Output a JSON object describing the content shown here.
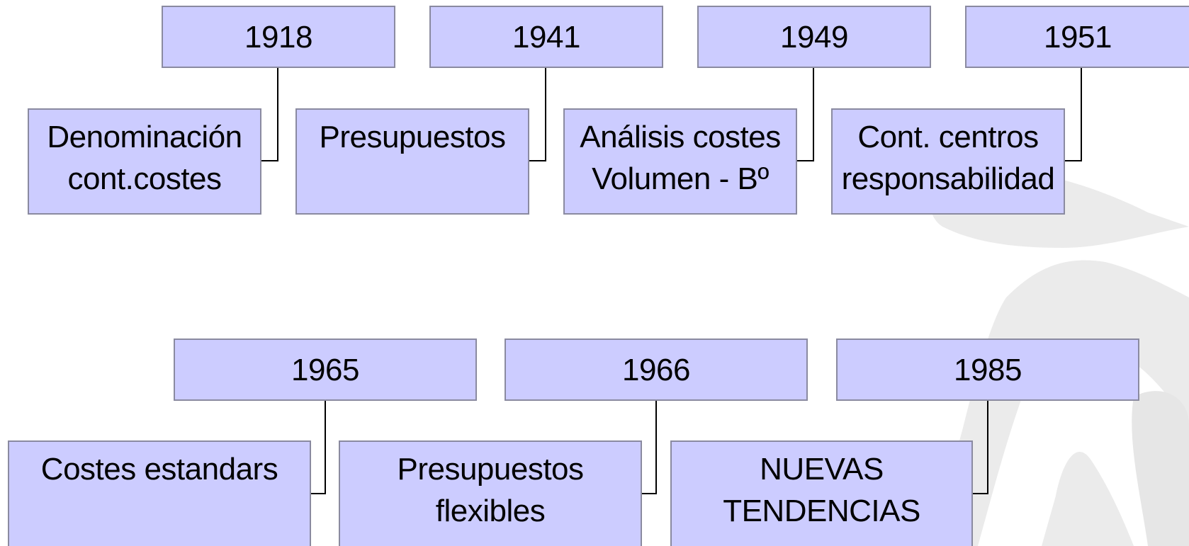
{
  "colors": {
    "box_fill": "#ccccff",
    "box_border": "#8a8aa0",
    "connector": "#000000",
    "watermark": "#ebebeb"
  },
  "timeline": {
    "row1": [
      {
        "year": "1918",
        "event": "Denominación\ncont.costes"
      },
      {
        "year": "1941",
        "event": "Presupuestos"
      },
      {
        "year": "1949",
        "event": "Análisis costes\nVolumen - Bº"
      },
      {
        "year": "1951",
        "event": "Cont. centros\nresponsabilidad"
      }
    ],
    "row2": [
      {
        "year": "1965",
        "event": "Costes estandars"
      },
      {
        "year": "1966",
        "event": "Presupuestos flexibles"
      },
      {
        "year": "1985",
        "event": "NUEVAS\nTENDENCIAS"
      }
    ]
  }
}
